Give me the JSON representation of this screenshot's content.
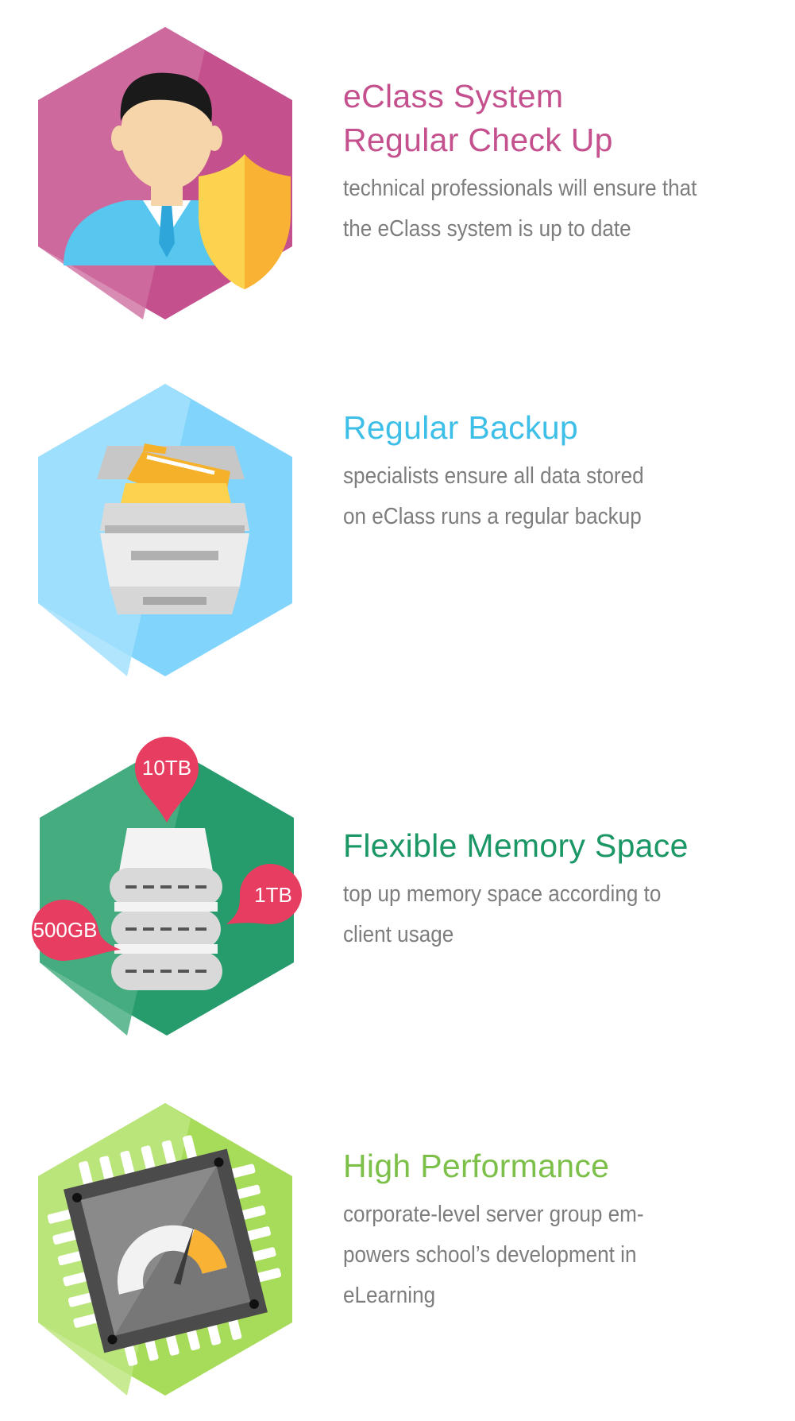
{
  "features": [
    {
      "title": "eClass System\nRegular Check Up",
      "description": "technical professionals will ensure that\nthe eClass system is up to date",
      "icon": "support-agent-shield-icon",
      "color": "#c4508e"
    },
    {
      "title": "Regular Backup",
      "description": "specialists ensure all data stored\non eClass runs a regular backup",
      "icon": "file-cabinet-folder-icon",
      "color": "#3dbfe8"
    },
    {
      "title": "Flexible Memory Space",
      "description": "top up memory space according to\nclient usage",
      "icon": "server-storage-icon",
      "color": "#1a9765",
      "tags": [
        "10TB",
        "1TB",
        "500GB"
      ]
    },
    {
      "title": "High Performance",
      "description": "corporate-level server group em-\npowers school’s development in\neLearning",
      "icon": "processor-speedometer-icon",
      "color": "#7cc04a"
    }
  ]
}
